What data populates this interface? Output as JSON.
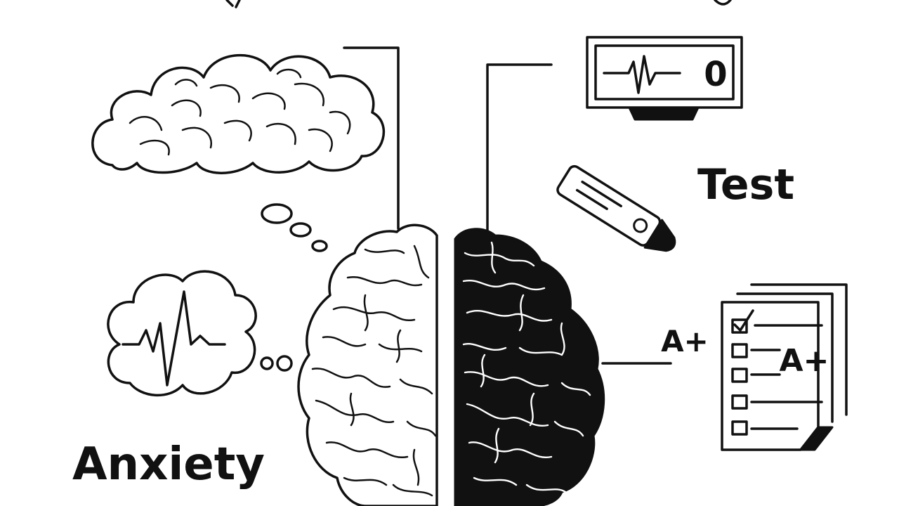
{
  "labels": {
    "test": "Test",
    "anxiety": "Anxiety",
    "grade_left": "A+",
    "grade_paper": "A+",
    "monitor_reading": "0"
  },
  "colors": {
    "ink": "#111111",
    "paper": "#ffffff"
  },
  "icons": [
    "cloud-thought-icon",
    "ecg-monitor-icon",
    "test-tube-icon",
    "anxiety-pulse-cloud-icon",
    "graded-test-paper-icon",
    "brain-icon"
  ]
}
